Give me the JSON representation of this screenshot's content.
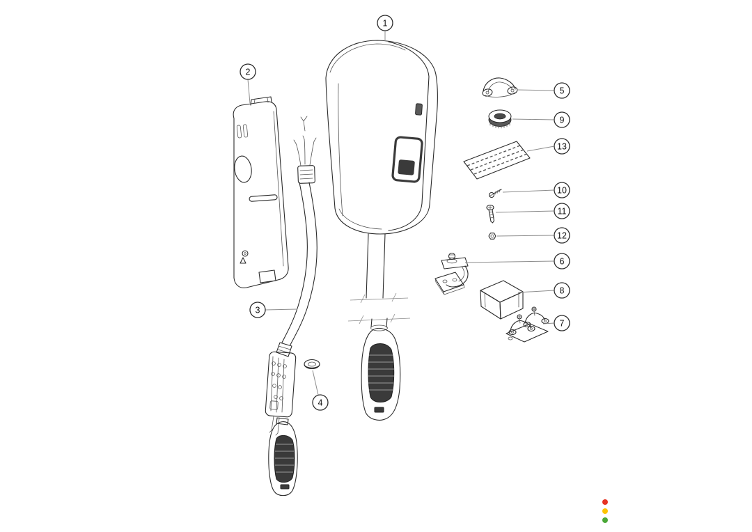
{
  "diagram": {
    "type": "exploded-parts-diagram",
    "subject": "wallbox-charging-station",
    "callouts": [
      {
        "number": "1",
        "part": "front-housing"
      },
      {
        "number": "2",
        "part": "back-mounting-plate"
      },
      {
        "number": "3",
        "part": "charging-cable"
      },
      {
        "number": "4",
        "part": "sealing-ring"
      },
      {
        "number": "5",
        "part": "cable-clamp"
      },
      {
        "number": "6",
        "part": "hook-bracket"
      },
      {
        "number": "7",
        "part": "clamp-set"
      },
      {
        "number": "8",
        "part": "mounting-bracket"
      },
      {
        "number": "9",
        "part": "grommet"
      },
      {
        "number": "10",
        "part": "screw-small"
      },
      {
        "number": "11",
        "part": "screw"
      },
      {
        "number": "12",
        "part": "nut"
      },
      {
        "number": "13",
        "part": "label"
      }
    ]
  },
  "status_indicator": {
    "dots": [
      {
        "name": "red",
        "color": "#e63323"
      },
      {
        "name": "yellow",
        "color": "#fdc400"
      },
      {
        "name": "green",
        "color": "#4aa838"
      }
    ]
  }
}
